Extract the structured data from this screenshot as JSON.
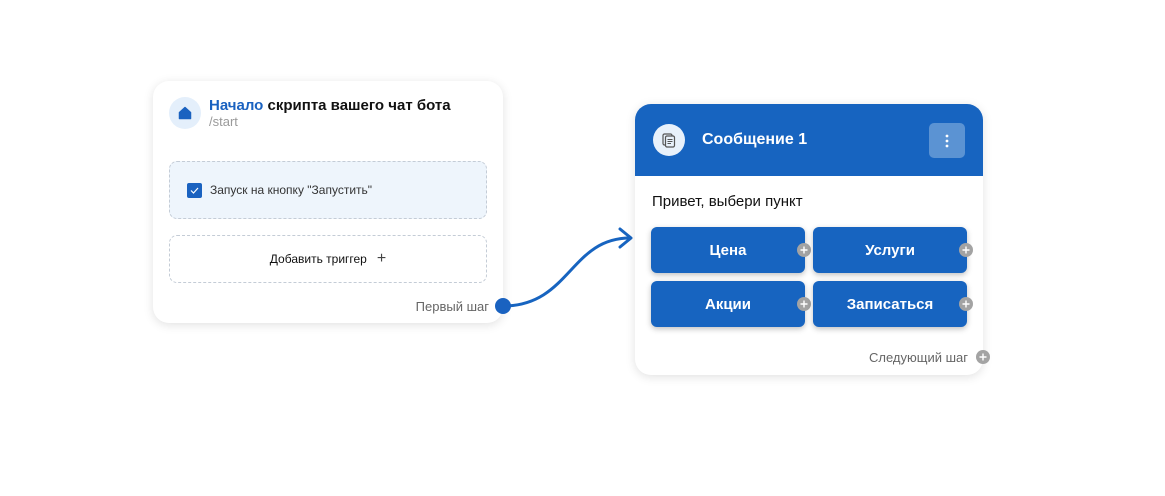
{
  "start_node": {
    "title_accent": "Начало",
    "title_rest": " скрипта вашего чат бота",
    "command": "/start",
    "trigger": {
      "checked": true,
      "label": "Запуск на кнопку \"Запустить\""
    },
    "add_trigger_label": "Добавить триггер",
    "add_trigger_icon": "+",
    "output_label": "Первый шаг"
  },
  "message_node": {
    "title": "Сообщение 1",
    "menu_icon": "⋮",
    "text": "Привет, выбери пункт",
    "buttons": [
      {
        "label": "Цена"
      },
      {
        "label": "Услуги"
      },
      {
        "label": "Акции"
      },
      {
        "label": "Записаться"
      }
    ],
    "next_step_label": "Следующий шаг"
  },
  "colors": {
    "accent": "#1764c0",
    "port_gray": "#a3a3a3",
    "trigger_bg": "#eef5fc"
  }
}
